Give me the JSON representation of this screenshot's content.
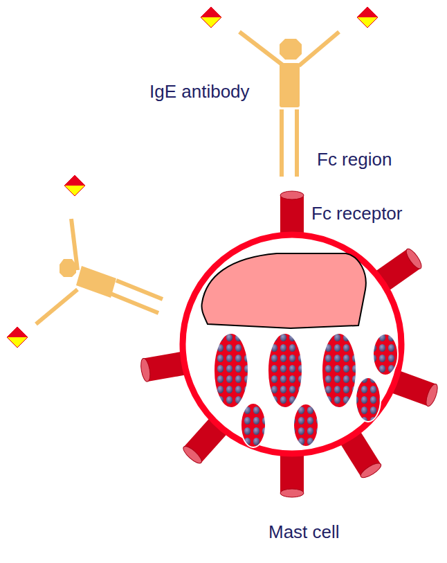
{
  "diagram": {
    "labels": [
      "IgE antibody",
      "Fc region",
      "Fc receptor",
      "Mast cell"
    ]
  }
}
